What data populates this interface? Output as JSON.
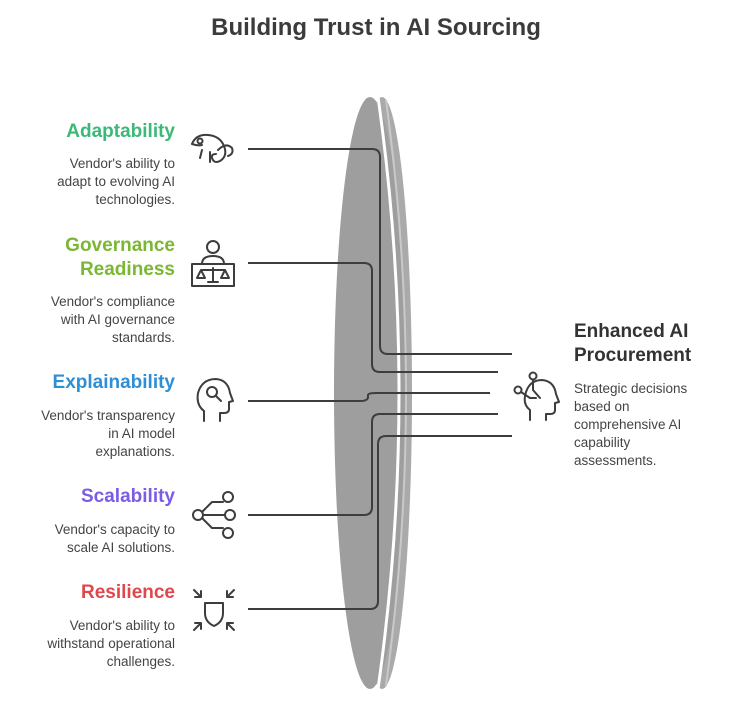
{
  "title": "Building Trust in AI Sourcing",
  "factors": [
    {
      "title": "Adaptability",
      "desc": "Vendor's ability to\nadapt to evolving AI\ntechnologies.",
      "color": "#3cb878",
      "icon": "chameleon-icon"
    },
    {
      "title": "Governance\nReadiness",
      "desc": "Vendor's compliance\nwith AI governance\nstandards.",
      "color": "#7ab833",
      "icon": "judge-scales-icon"
    },
    {
      "title": "Explainability",
      "desc": "Vendor's transparency\nin AI model\nexplanations.",
      "color": "#2f8fd6",
      "icon": "head-thought-icon"
    },
    {
      "title": "Scalability",
      "desc": "Vendor's capacity to\nscale AI solutions.",
      "color": "#7a5ce6",
      "icon": "network-nodes-icon"
    },
    {
      "title": "Resilience",
      "desc": "Vendor's ability to\nwithstand operational\nchallenges.",
      "color": "#e0474c",
      "icon": "shield-arrows-icon"
    }
  ],
  "outcome": {
    "title": "Enhanced AI\nProcurement",
    "desc": "Strategic decisions\nbased on\ncomprehensive AI\ncapability\nassessments.",
    "icon": "head-connections-icon"
  },
  "colors": {
    "lens": "#9e9e9e",
    "lens_edge": "#bdbdbd",
    "line": "#3d3d3d"
  }
}
